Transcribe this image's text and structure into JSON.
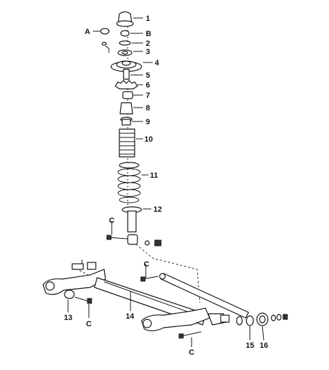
{
  "callouts": {
    "c1": "1",
    "cB": "B",
    "cA": "A",
    "c2": "2",
    "c3": "3",
    "c4": "4",
    "c5": "5",
    "c6": "6",
    "c7": "7",
    "c8": "8",
    "c9": "9",
    "c10": "10",
    "c11": "11",
    "c12": "12",
    "c13": "13",
    "c14": "14",
    "c15": "15",
    "c16": "16",
    "cC1": "C",
    "cC2": "C",
    "cC3": "C",
    "cC4": "C"
  }
}
